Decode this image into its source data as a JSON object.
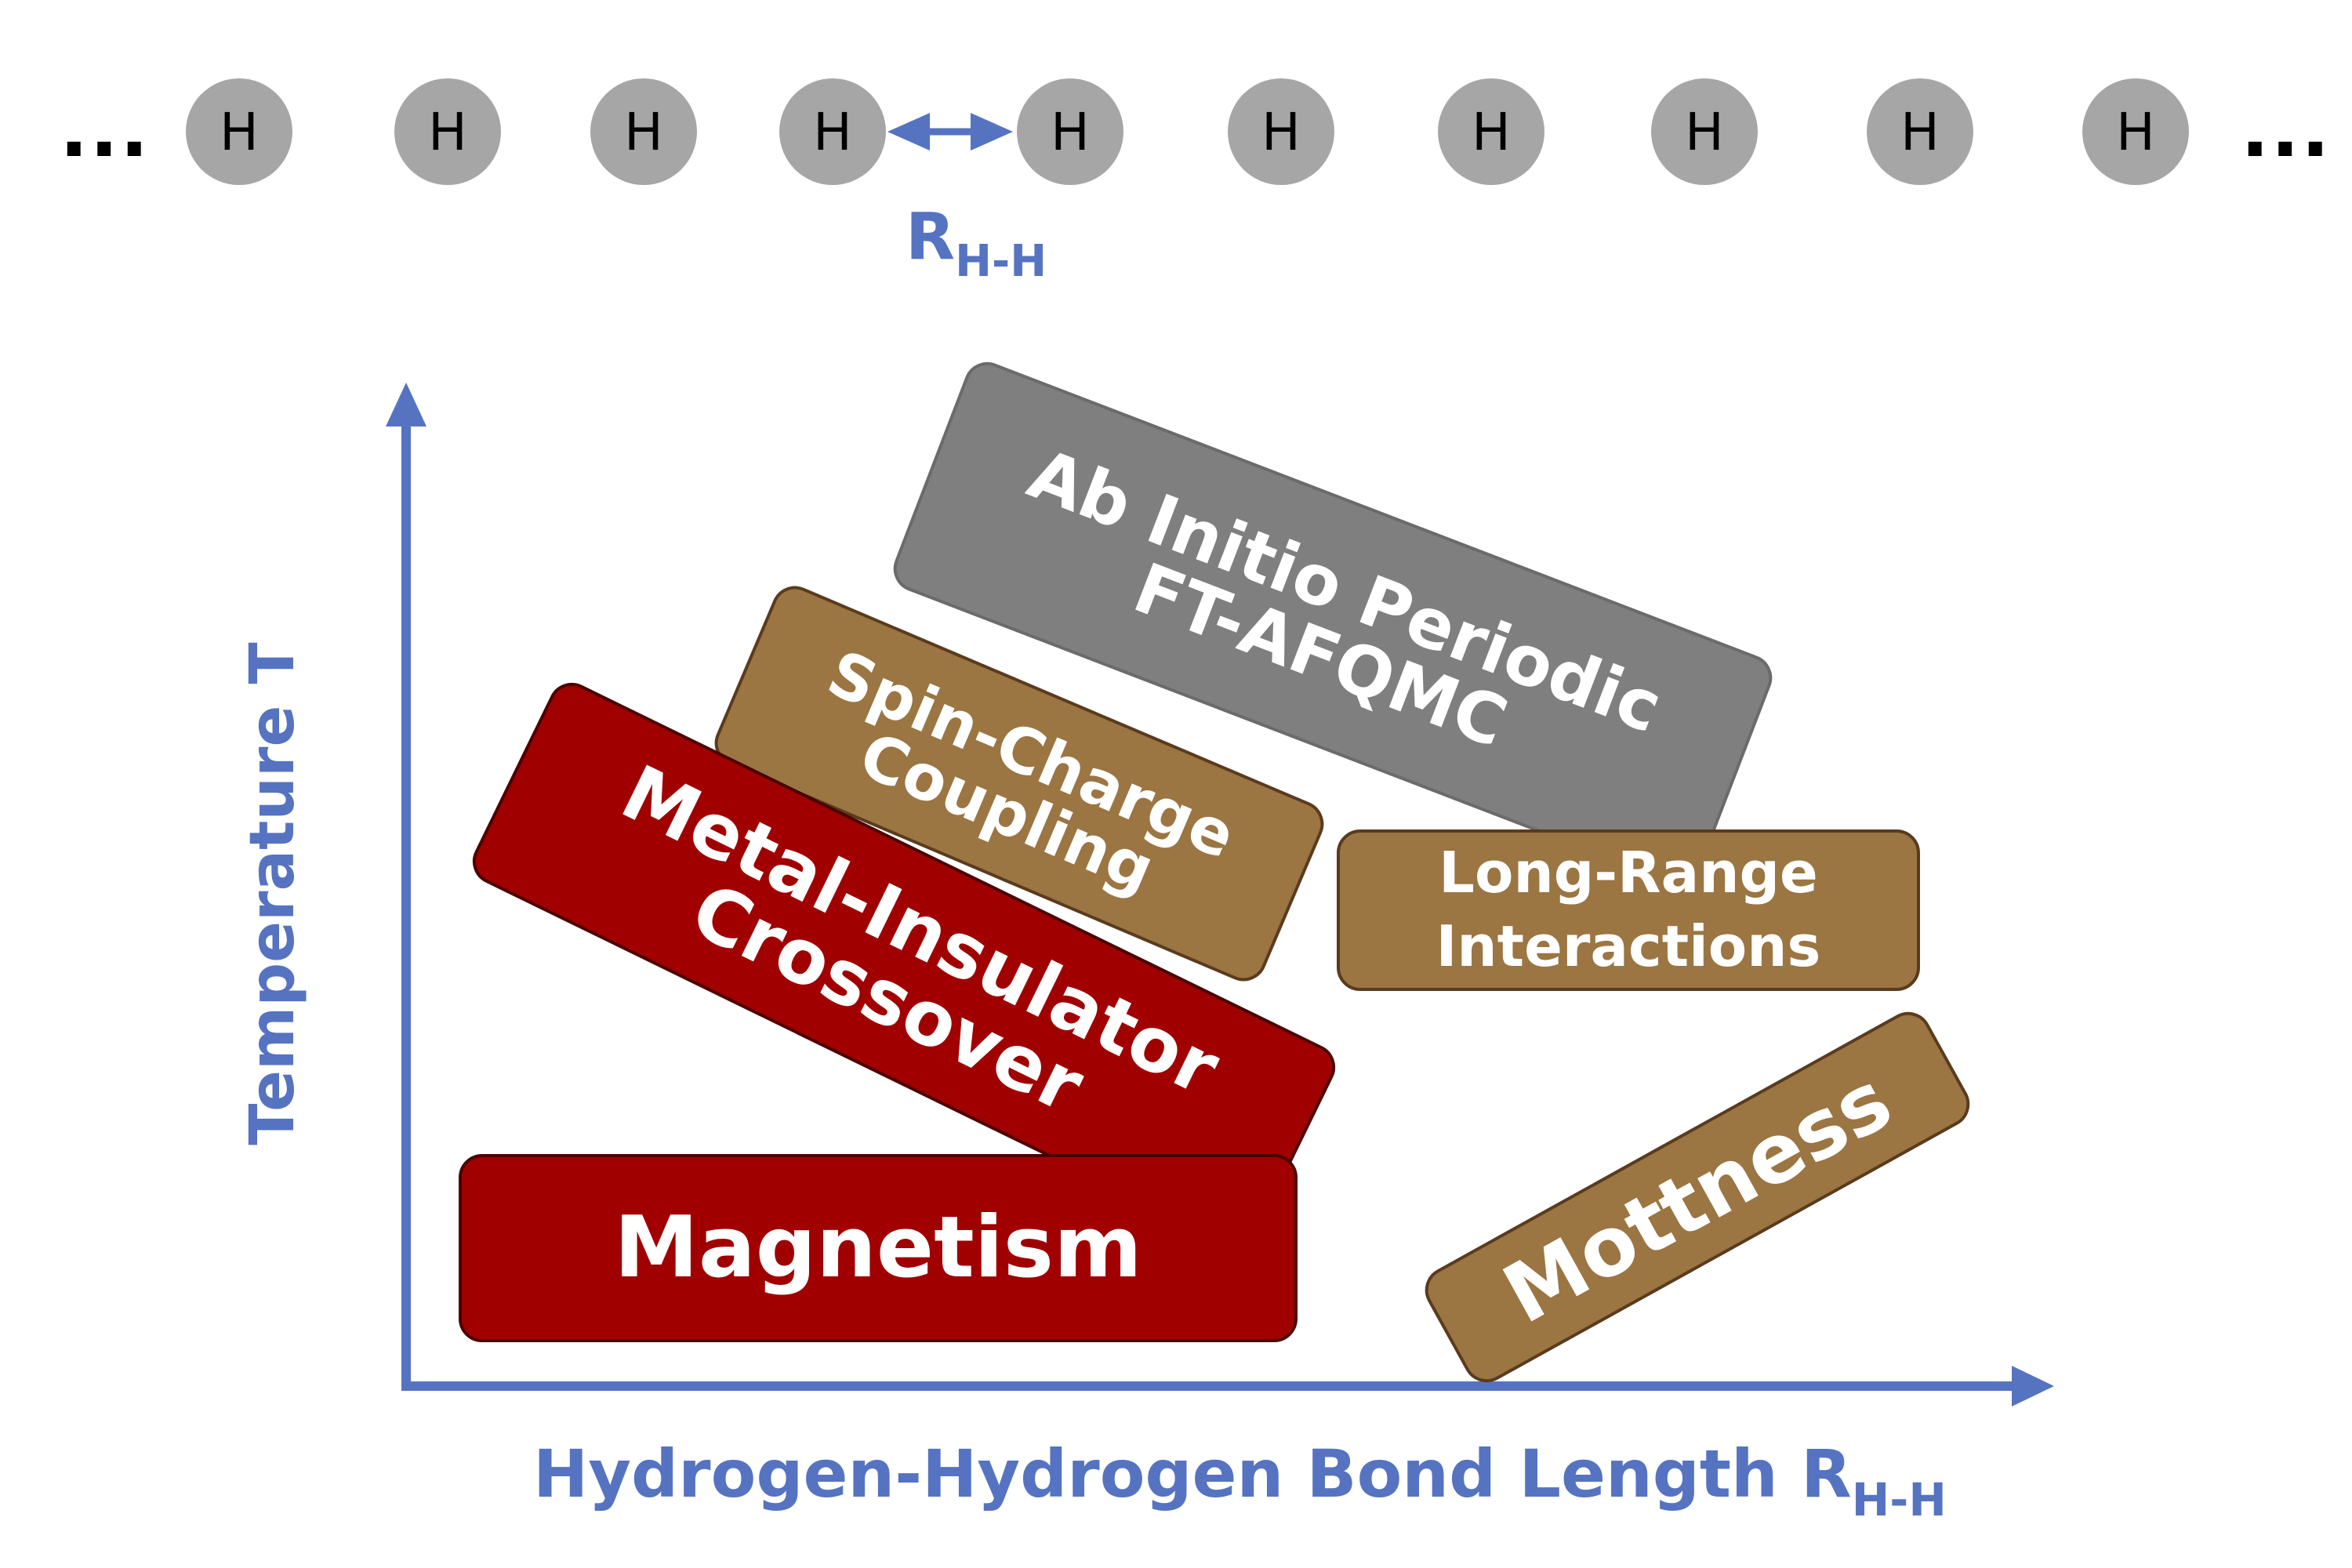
{
  "chain": {
    "ellipsis_left": "...",
    "ellipsis_right": "...",
    "atoms": [
      "H",
      "H",
      "H",
      "H",
      "H",
      "H",
      "H",
      "H",
      "H",
      "H"
    ],
    "bond_label": "R",
    "bond_subscript": "H-H"
  },
  "axes": {
    "y_label": "Temperature T",
    "x_label": "Hydrogen-Hydrogen Bond Length R",
    "x_subscript": "H-H",
    "color": "#5573c1"
  },
  "regions": {
    "ab_initio": {
      "line1": "Ab Initio Periodic",
      "line2": "FT-AFQMC",
      "color": "#7f7f7f"
    },
    "spin_charge": {
      "line1": "Spin-Charge",
      "line2": "Coupling",
      "color": "#9b7542"
    },
    "metal_insulator": {
      "line1": "Metal-Insulator",
      "line2": "Crossover",
      "color": "#a00000"
    },
    "long_range": {
      "line1": "Long-Range",
      "line2": "Interactions",
      "color": "#9b7542"
    },
    "magnetism": {
      "line1": "Magnetism",
      "color": "#a00000"
    },
    "mottness": {
      "line1": "Mottness",
      "color": "#9b7542"
    }
  }
}
